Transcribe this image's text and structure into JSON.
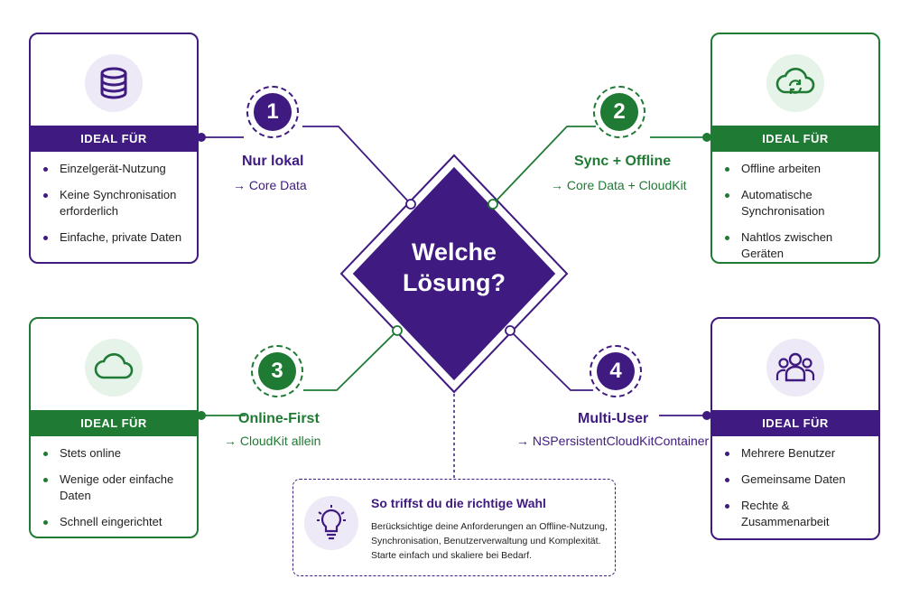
{
  "center": {
    "line1": "Welche",
    "line2": "Lösung?"
  },
  "options": [
    {
      "number": "1",
      "title": "Nur lokal",
      "solution": "→ Core Data",
      "color": "#3f1a80"
    },
    {
      "number": "2",
      "title": "Sync + Offline",
      "solution": "→ Core Data + CloudKit",
      "color": "#1f7a34"
    },
    {
      "number": "3",
      "title": "Online-First",
      "solution": "→ CloudKit allein",
      "color": "#1f7a34"
    },
    {
      "number": "4",
      "title": "Multi-User",
      "solution": "→ NSPersistentCloudKitContainer",
      "color": "#3f1a80"
    }
  ],
  "cards": [
    {
      "icon": "database-icon",
      "heading": "IDEAL FÜR",
      "items": [
        "Einzelgerät-Nutzung",
        "Keine Synchronisation erforderlich",
        "Einfache, private Daten"
      ]
    },
    {
      "icon": "cloud-sync-icon",
      "heading": "IDEAL FÜR",
      "items": [
        "Offline arbeiten",
        "Automatische Synchronisation",
        "Nahtlos zwischen Geräten"
      ]
    },
    {
      "icon": "cloud-icon",
      "heading": "IDEAL FÜR",
      "items": [
        "Stets online",
        "Wenige oder einfache Daten",
        "Schnell eingerichtet"
      ]
    },
    {
      "icon": "users-icon",
      "heading": "IDEAL FÜR",
      "items": [
        "Mehrere Benutzer",
        "Gemeinsame Daten",
        "Rechte & Zusammenarbeit"
      ]
    }
  ],
  "tip": {
    "icon": "lightbulb-icon",
    "title": "So triffst du die richtige Wahl",
    "body": "Berücksichtige deine Anforderungen an Offline-Nutzung, Synchronisation, Benutzerverwaltung und Komplexität. Starte einfach und skaliere bei Bedarf."
  },
  "colors": {
    "purple": "#3f1a80",
    "green": "#1f7a34"
  }
}
